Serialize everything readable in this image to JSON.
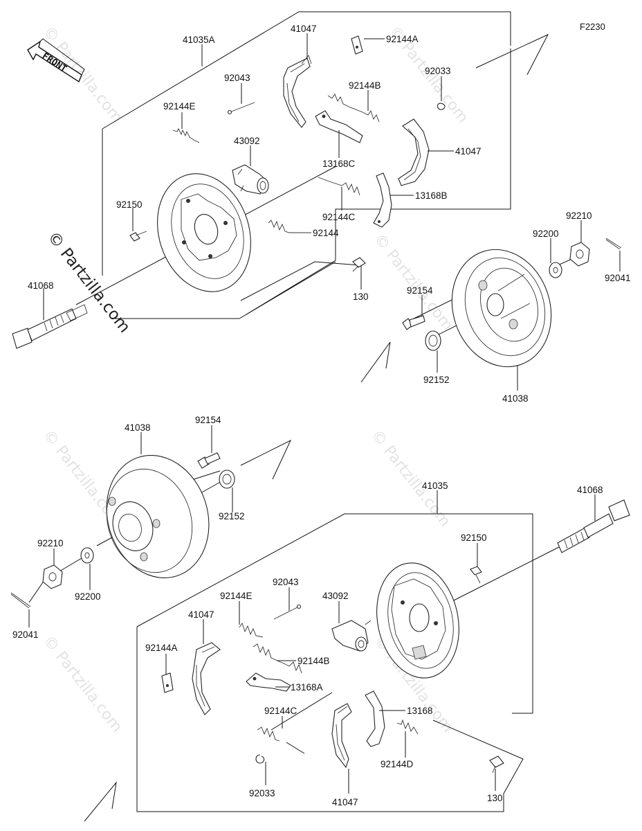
{
  "diagram_code": "F2230",
  "front_label": "FRONT",
  "watermark_main": "© Partzilla.com",
  "watermark_faint": "© Partzilla.com",
  "labels_top": {
    "backing_plate": "41035A",
    "shoe_upper": "41047",
    "clip_a": "92144A",
    "pin": "92043",
    "spring_b": "92144B",
    "ring": "92033",
    "spring_e": "92144E",
    "cylinder": "43092",
    "lever_c": "13168C",
    "shoe_right": "41047",
    "bolt_small": "92150",
    "spring_c": "92144C",
    "lever_b": "13168B",
    "spring": "92144",
    "washer": "92200",
    "nut": "92210",
    "cotter": "92041",
    "axle": "41068",
    "bolt_130": "130",
    "bolt_154": "92154",
    "seal": "92152",
    "drum": "41038"
  },
  "labels_bottom": {
    "drum": "41038",
    "bolt_154": "92154",
    "seal": "92152",
    "backing_plate": "41035",
    "axle": "41068",
    "nut": "92210",
    "washer": "92200",
    "cotter": "92041",
    "bolt_small": "92150",
    "pin": "92043",
    "spring_e": "92144E",
    "cylinder": "43092",
    "shoe_left": "41047",
    "clip_a": "92144A",
    "spring_b": "92144B",
    "lever_a": "13168A",
    "spring_c": "92144C",
    "lever": "13168",
    "spring_d": "92144D",
    "ring": "92033",
    "shoe_bottom": "41047",
    "bolt_130": "130"
  }
}
